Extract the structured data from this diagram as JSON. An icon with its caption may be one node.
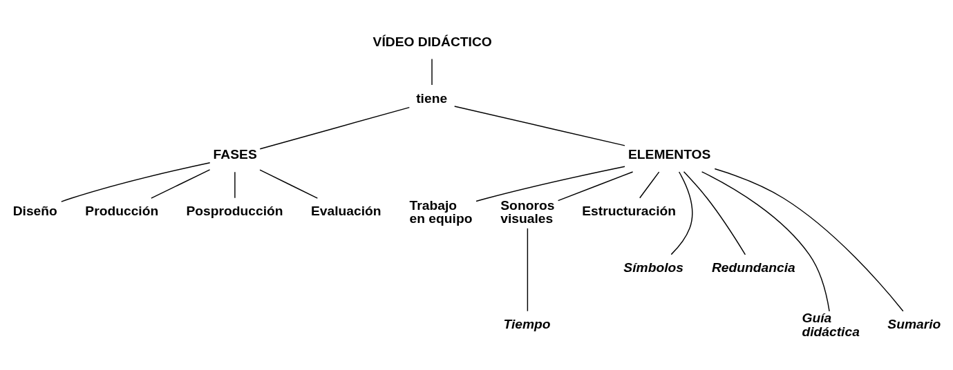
{
  "diagram": {
    "nodes": [
      {
        "text": [
          "VÍDEO DIDÁCTICO"
        ]
      },
      {
        "text": [
          "tiene"
        ]
      },
      {
        "text": [
          "FASES"
        ]
      },
      {
        "text": [
          "ELEMENTOS"
        ]
      },
      {
        "text": [
          "Diseño"
        ]
      },
      {
        "text": [
          "Producción"
        ]
      },
      {
        "text": [
          "Posproducción"
        ]
      },
      {
        "text": [
          "Evaluación"
        ]
      },
      {
        "text": [
          "Trabajo en equipo"
        ]
      },
      {
        "text": [
          "Sonoros visuales"
        ]
      },
      {
        "text": [
          "Estructuración"
        ]
      },
      {
        "text": [
          "Símbolos"
        ]
      },
      {
        "text": [
          "Redundancia"
        ]
      },
      {
        "text": [
          "Guía didáctica"
        ]
      },
      {
        "text": [
          "Tiempo"
        ]
      },
      {
        "text": [
          "Sumario"
        ]
      }
    ],
    "edges": [
      {
        "from": 0,
        "to": 1,
        "arrow": "none"
      },
      {
        "from": 1,
        "to": 2,
        "arrow": "none"
      },
      {
        "from": 1,
        "to": 3,
        "arrow": "none"
      },
      {
        "from": 2,
        "to": 4,
        "arrow": "none"
      },
      {
        "from": 2,
        "to": 5,
        "arrow": "none"
      },
      {
        "from": 2,
        "to": 6,
        "arrow": "none"
      },
      {
        "from": 2,
        "to": 7,
        "arrow": "none"
      },
      {
        "from": 3,
        "to": 13,
        "arrow": "none"
      },
      {
        "from": 3,
        "to": 8,
        "arrow": "none"
      },
      {
        "from": 3,
        "to": 12,
        "arrow": "none"
      },
      {
        "from": 3,
        "to": 9,
        "arrow": "none"
      },
      {
        "from": 3,
        "to": 15,
        "arrow": "none"
      },
      {
        "from": 3,
        "to": 11,
        "arrow": "none"
      },
      {
        "from": 3,
        "to": 10,
        "arrow": "none"
      },
      {
        "from": 9,
        "to": 14,
        "arrow": "none"
      }
    ]
  }
}
